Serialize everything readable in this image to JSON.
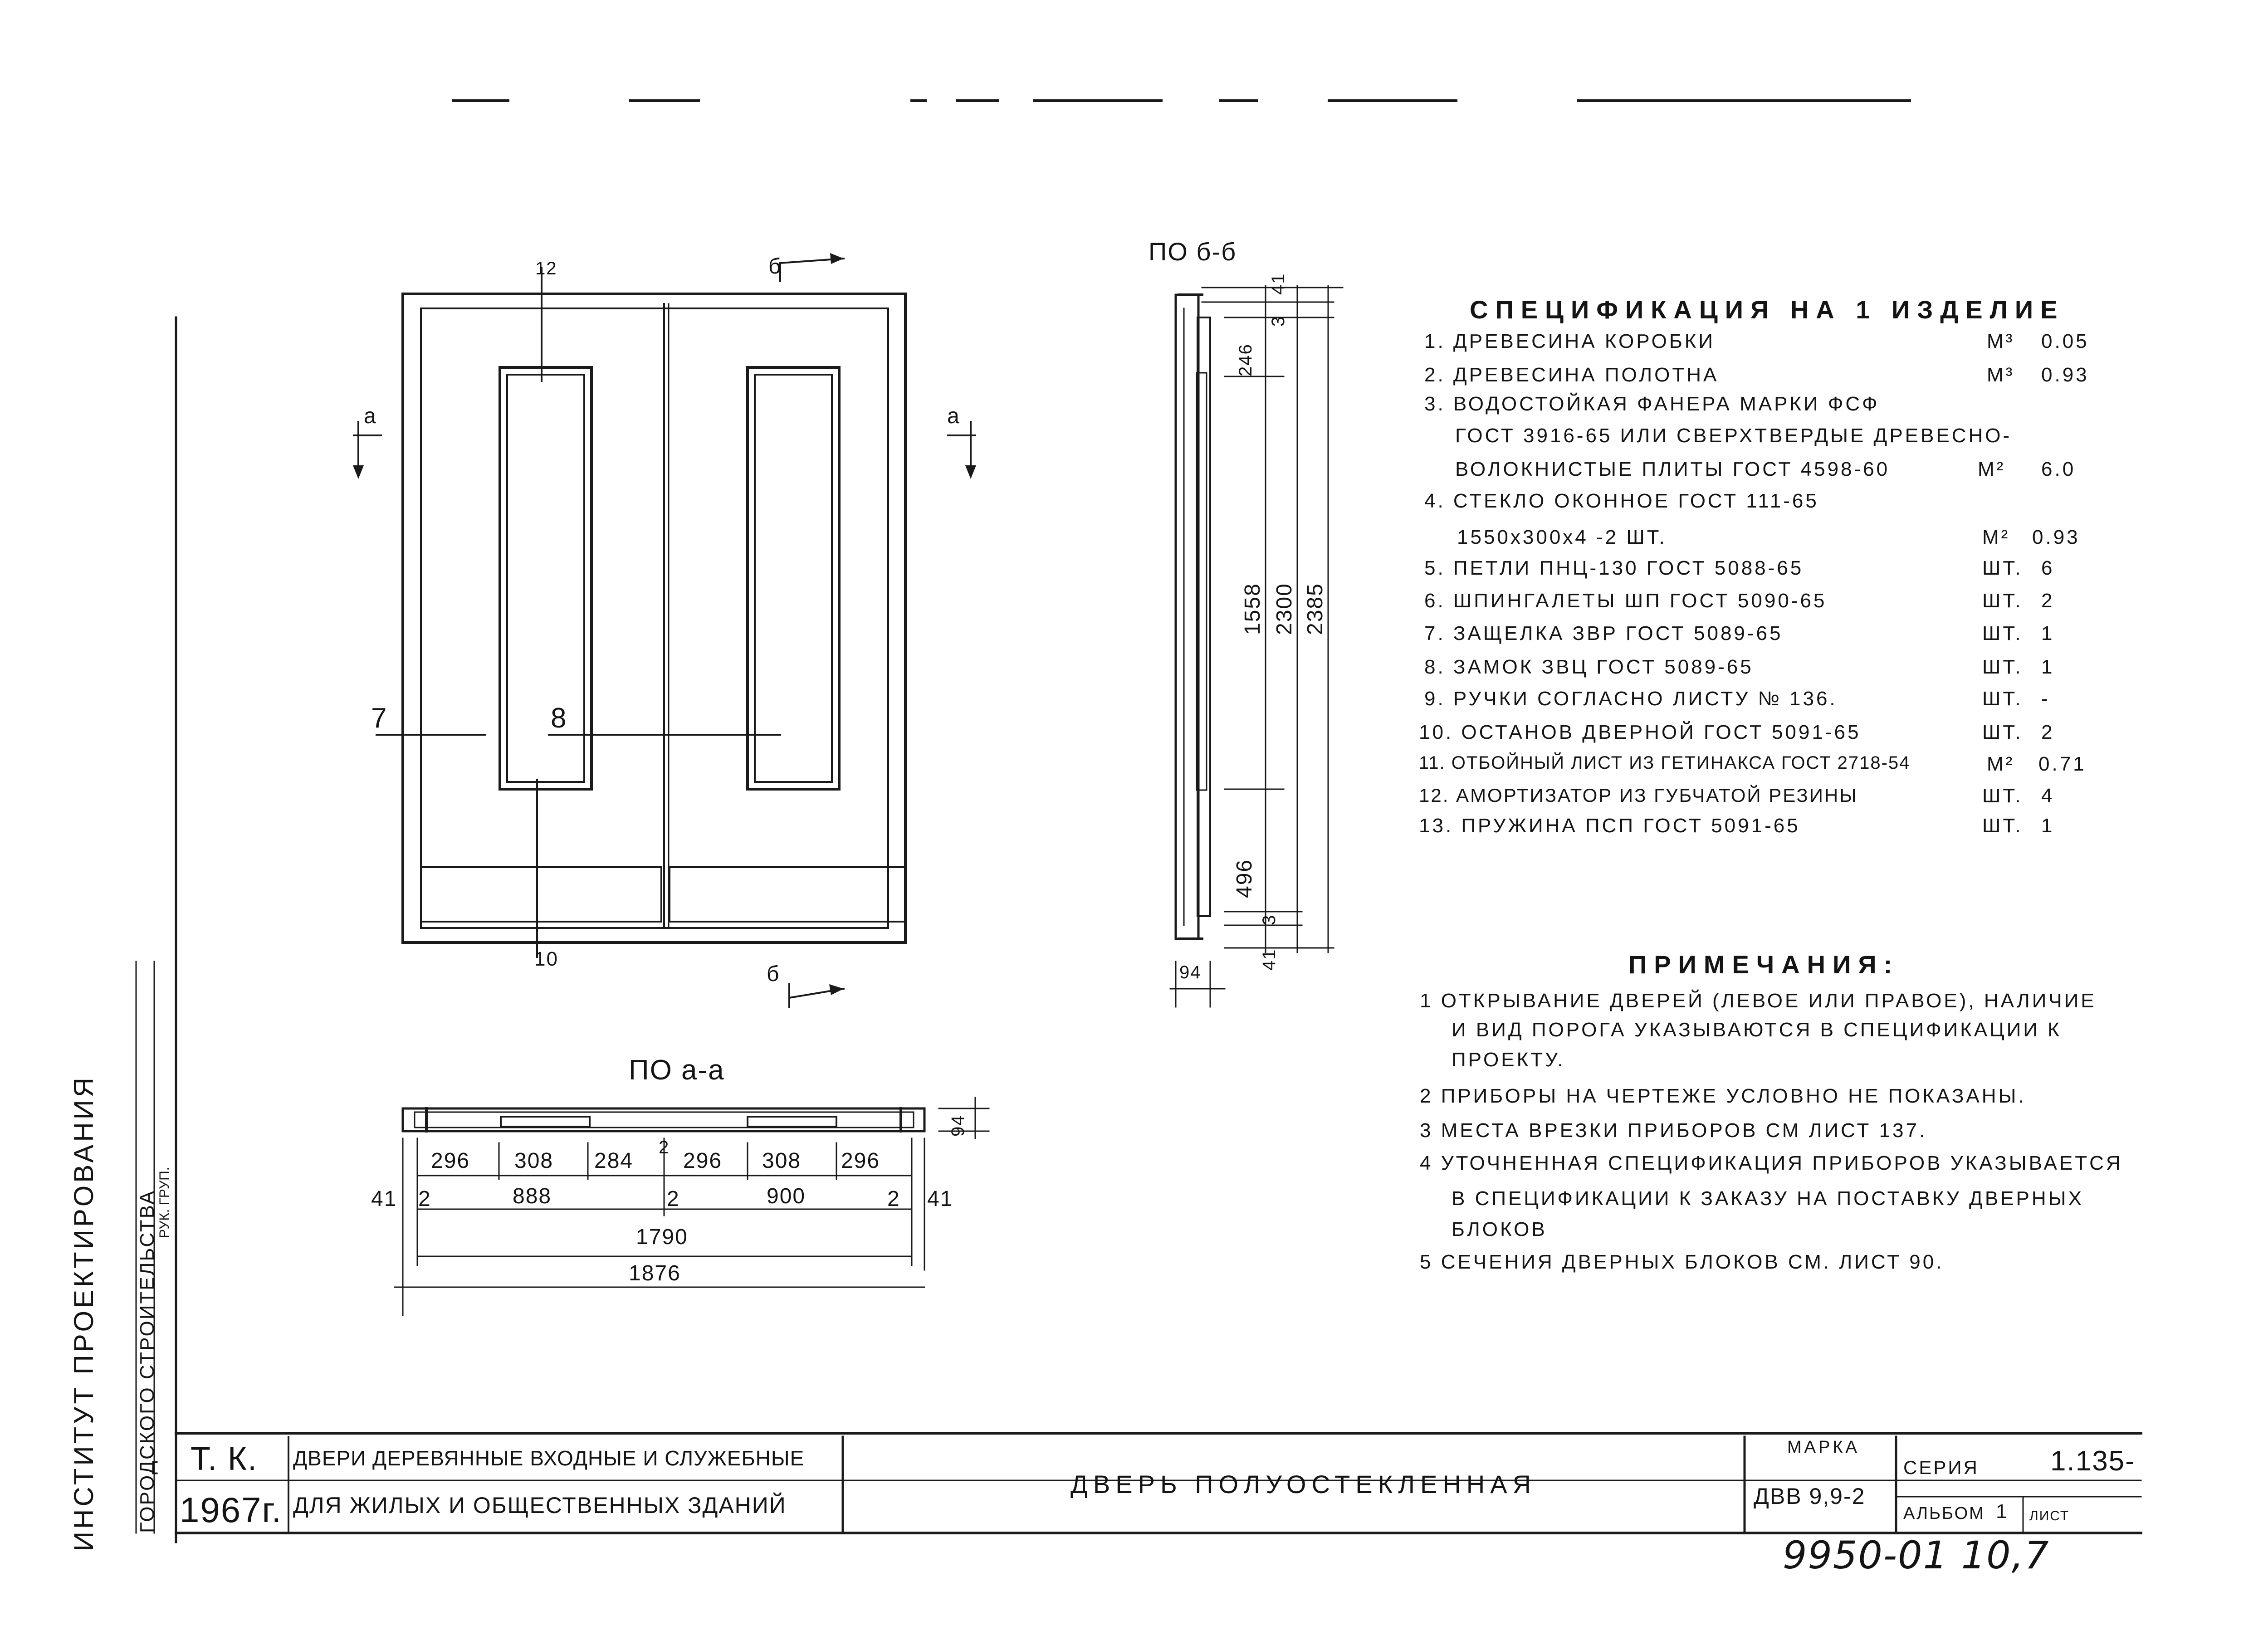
{
  "labels": {
    "section_b_top": "б",
    "section_b_bottom": "б",
    "section_a_left": "а",
    "section_a_right": "а",
    "callout_12": "12",
    "callout_7": "7",
    "callout_8": "8",
    "callout_10": "10",
    "section_bb_title": "ПО б-б",
    "section_aa_title": "ПО а-а"
  },
  "dims_bb": {
    "d41_top": "41",
    "d3_top": "3",
    "d246": "246",
    "d1558": "1558",
    "d2300": "2300",
    "d2385": "2385",
    "d496": "496",
    "d3_bottom": "3",
    "d41_bottom": "41",
    "d94": "94"
  },
  "dims_aa": {
    "d296_a": "296",
    "d308_a": "308",
    "d284": "284",
    "d2_mid_top": "2",
    "d296_b": "296",
    "d308_b": "308",
    "d296_c": "296",
    "d41_left": "41",
    "d2_left": "2",
    "d888": "888",
    "d2_mid": "2",
    "d900": "900",
    "d2_right": "2",
    "d41_right": "41",
    "d1790": "1790",
    "d1876": "1876",
    "d94_side": "94"
  },
  "spec": {
    "title": "СПЕЦИФИКАЦИЯ НА 1 ИЗДЕЛИЕ",
    "rows": [
      {
        "text": "1. ДРЕВЕСИНА КОРОБКИ",
        "unit": "М³",
        "qty": "0.05"
      },
      {
        "text": "2. ДРЕВЕСИНА ПОЛОТНА",
        "unit": "М³",
        "qty": "0.93"
      },
      {
        "text": "3. ВОДОСТОЙКАЯ ФАНЕРА МАРКИ ФСФ",
        "unit": "",
        "qty": ""
      },
      {
        "text": "ГОСТ 3916-65 ИЛИ СВЕРХТВЕРДЫЕ ДРЕВЕСНО-",
        "unit": "",
        "qty": ""
      },
      {
        "text": "ВОЛОКНИСТЫЕ ПЛИТЫ ГОСТ 4598-60",
        "unit": "М²",
        "qty": "6.0"
      },
      {
        "text": "4. СТЕКЛО ОКОННОЕ ГОСТ 111-65",
        "unit": "",
        "qty": ""
      },
      {
        "text": "1550х300х4 -2 ШТ.",
        "unit": "М²",
        "qty": "0.93"
      },
      {
        "text": "5. ПЕТЛИ ПНЦ-130 ГОСТ 5088-65",
        "unit": "ШТ.",
        "qty": "6"
      },
      {
        "text": "6. ШПИНГАЛЕТЫ ШП ГОСТ 5090-65",
        "unit": "ШТ.",
        "qty": "2"
      },
      {
        "text": "7. ЗАЩЕЛКА ЗВР ГОСТ 5089-65",
        "unit": "ШТ.",
        "qty": "1"
      },
      {
        "text": "8. ЗАМОК ЗВЦ ГОСТ 5089-65",
        "unit": "ШТ.",
        "qty": "1"
      },
      {
        "text": "9. РУЧКИ СОГЛАСНО ЛИСТУ № 136.",
        "unit": "ШТ.",
        "qty": "-"
      },
      {
        "text": "10. ОСТАНОВ ДВЕРНОЙ ГОСТ 5091-65",
        "unit": "ШТ.",
        "qty": "2"
      },
      {
        "text": "11. ОТБОЙНЫЙ ЛИСТ ИЗ ГЕТИНАКСА ГОСТ 2718-54",
        "unit": "М²",
        "qty": "0.71"
      },
      {
        "text": "12. АМОРТИЗАТОР ИЗ ГУБЧАТОЙ РЕЗИНЫ",
        "unit": "ШТ.",
        "qty": "4"
      },
      {
        "text": "13. ПРУЖИНА ПСП ГОСТ 5091-65",
        "unit": "ШТ.",
        "qty": "1"
      }
    ]
  },
  "notes": {
    "title": "ПРИМЕЧАНИЯ:",
    "lines": [
      "1  ОТКРЫВАНИЕ ДВЕРЕЙ (ЛЕВОЕ ИЛИ ПРАВОЕ), НАЛИЧИЕ",
      "И ВИД ПОРОГА УКАЗЫВАЮТСЯ В СПЕЦИФИКАЦИИ К",
      "ПРОЕКТУ.",
      "2  ПРИБОРЫ НА ЧЕРТЕЖЕ УСЛОВНО НЕ ПОКАЗАНЫ.",
      "3  МЕСТА ВРЕЗКИ ПРИБОРОВ СМ ЛИСТ 137.",
      "4  УТОЧНЕННАЯ СПЕЦИФИКАЦИЯ ПРИБОРОВ УКАЗЫВАЕТСЯ",
      "В СПЕЦИФИКАЦИИ К ЗАКАЗУ НА ПОСТАВКУ ДВЕРНЫХ",
      "БЛОКОВ",
      "5  СЕЧЕНИЯ ДВЕРНЫХ БЛОКОВ СМ. ЛИСТ 90."
    ]
  },
  "title_block": {
    "org": "Т. К.",
    "year": "1967г.",
    "series_name_1": "ДВЕРИ ДЕРЕВЯННЫЕ ВХОДНЫЕ И СЛУЖЕБНЫЕ",
    "series_name_2": "ДЛЯ ЖИЛЫХ И ОБЩЕСТВЕННЫХ ЗДАНИЙ",
    "drawing_title": "ДВЕРЬ ПОЛУОСТЕКЛЕННАЯ",
    "marka_label": "МАРКА",
    "marka_value": "ДВВ 9,9-2",
    "seriya_label": "СЕРИЯ",
    "seriya_value": "1.135-",
    "album_label": "АЛЬБОМ",
    "album_value": "1",
    "list_label": "ЛИСТ",
    "archive_number": "9950-01   10,7",
    "side_institute": "ИНСТИТУТ ПРОЕКТИРОВАНИЯ",
    "side_construction": "ГОРОДСКОГО СТРОИТЕЛЬСТВА",
    "side_head": "РУК. ГРУП."
  }
}
